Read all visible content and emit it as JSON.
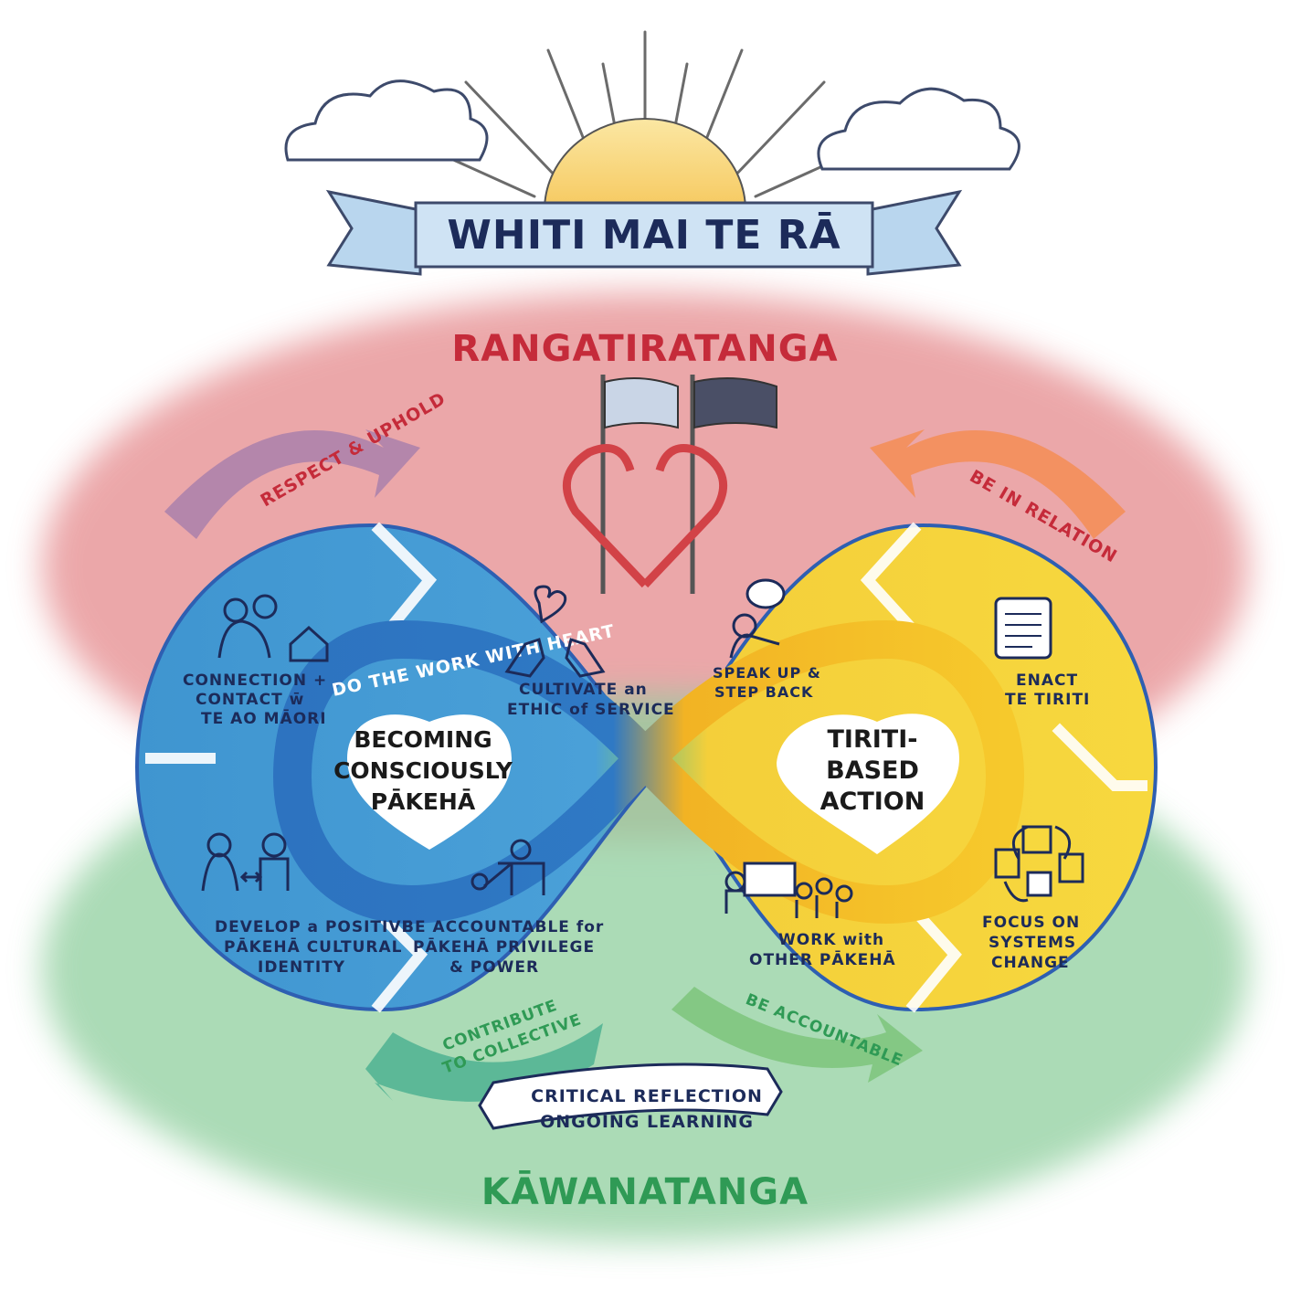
{
  "banner": {
    "title": "WHITI MAI TE RĀ"
  },
  "top_label": "RANGATIRATANGA",
  "bottom_label": "KĀWANATANGA",
  "left_center": [
    "BECOMING",
    "CONSCIOUSLY",
    "PĀKEHĀ"
  ],
  "right_center": [
    "TIRITI-",
    "BASED",
    "ACTION"
  ],
  "inner_ribbon": "DO THE WORK WITH HEART",
  "arrows": {
    "top_left": "RESPECT & UPHOLD",
    "top_right": "BE IN RELATION",
    "bottom_left": [
      "CONTRIBUTE",
      "TO COLLECTIVE"
    ],
    "bottom_right": "BE ACCOUNTABLE"
  },
  "left_items": {
    "connection": [
      "CONNECTION +",
      "CONTACT w̄",
      "TE AO MĀORI"
    ],
    "service": [
      "CULTIVATE an",
      "ETHIC of SERVICE"
    ],
    "identity": [
      "DEVELOP a POSITIVE",
      "PĀKEHĀ CULTURAL",
      "IDENTITY"
    ],
    "accountable": [
      "BE ACCOUNTABLE for",
      "PĀKEHĀ PRIVILEGE",
      "& POWER"
    ]
  },
  "right_items": {
    "speak": [
      "SPEAK UP &",
      "STEP BACK"
    ],
    "enact": [
      "ENACT",
      "TE TIRITI"
    ],
    "work": [
      "WORK with",
      "OTHER PĀKEHĀ"
    ],
    "systems": [
      "FOCUS ON",
      "SYSTEMS",
      "CHANGE"
    ]
  },
  "scroll": [
    "CRITICAL REFLECTION",
    "ONGOING LEARNING"
  ],
  "colors": {
    "pink": "#e58a8d",
    "green": "#8fcf9e",
    "blue": "#3f95d0",
    "yellow": "#f6d338",
    "orange": "#f59a55",
    "navy": "#1c2b5a",
    "red_text": "#c52b3a",
    "green_text": "#2f9a55"
  }
}
